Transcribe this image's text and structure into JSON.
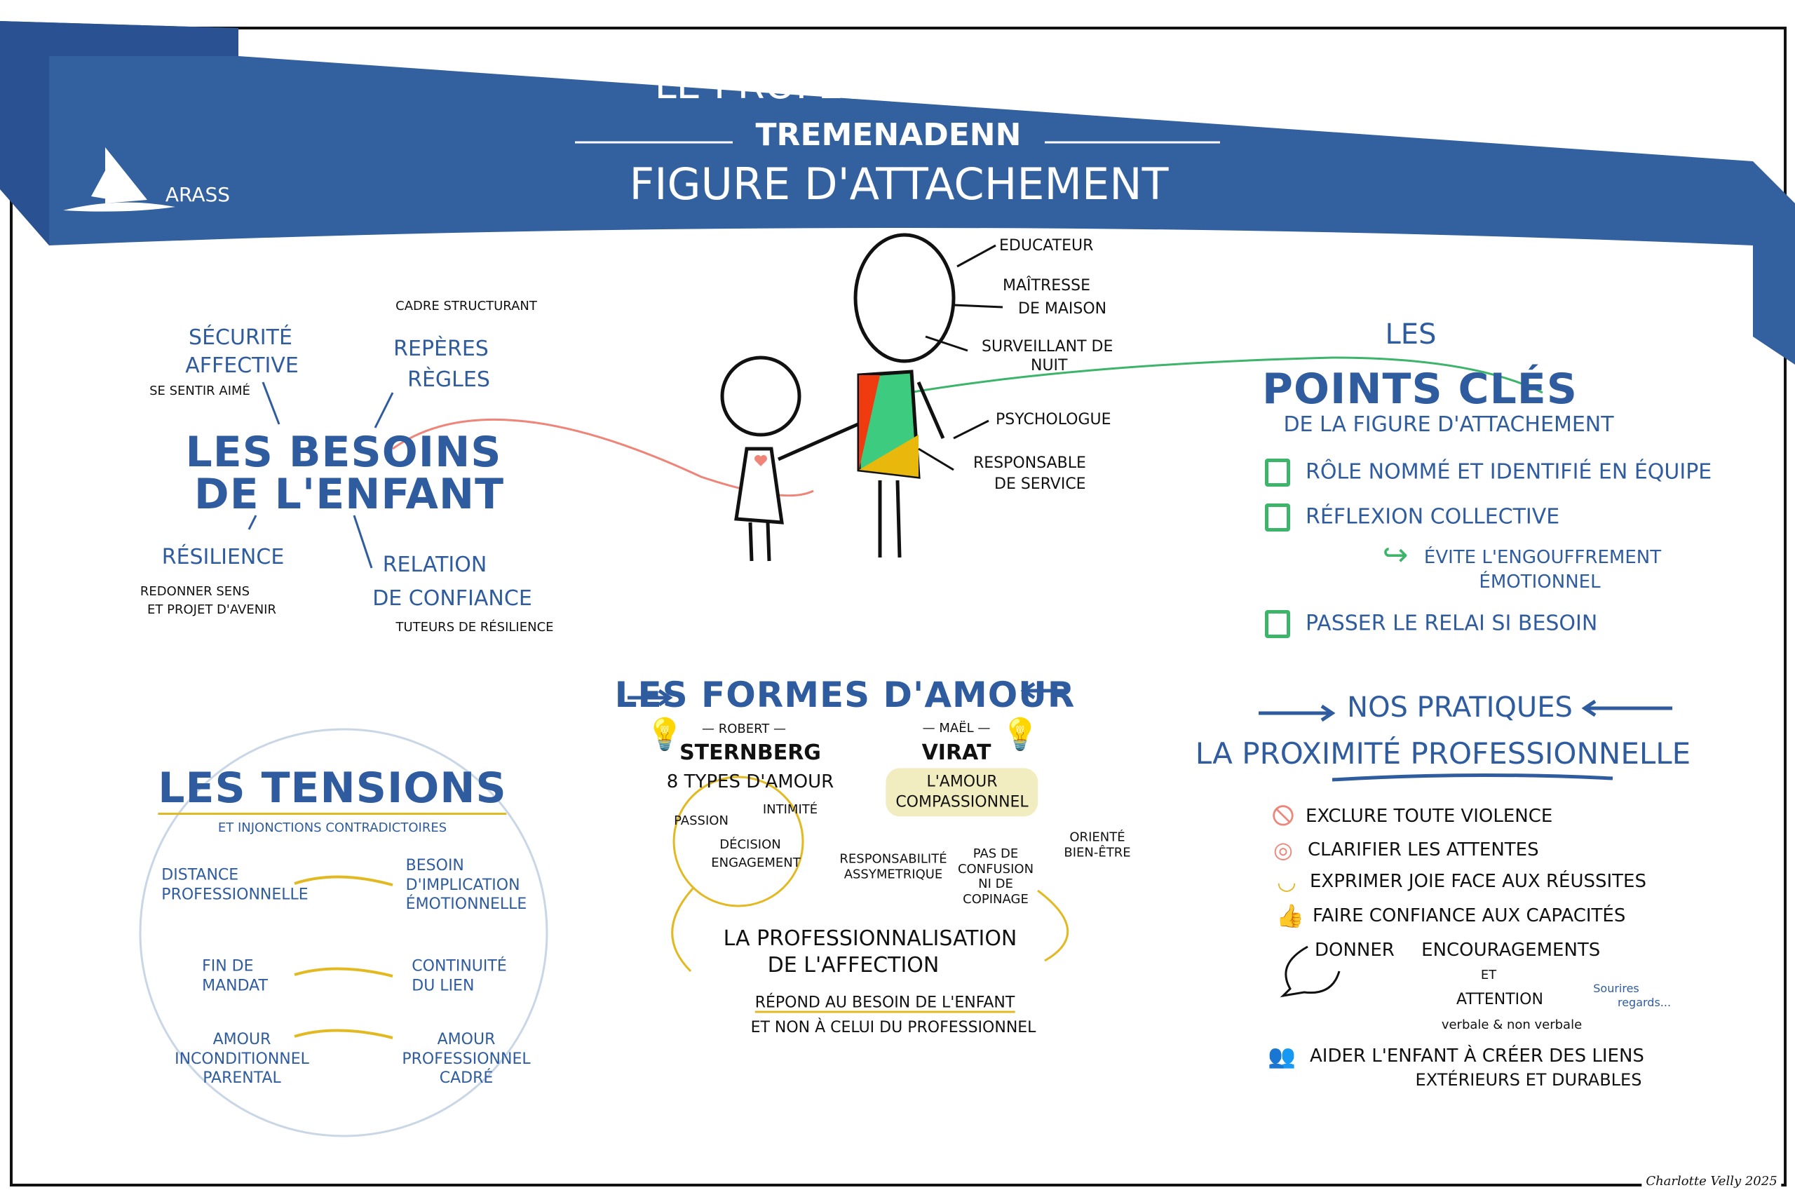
{
  "banner": {
    "line1": "Le professionnel de",
    "line2": "Tremenadenn",
    "line3": "Figure d'attachement",
    "logo_text": "ARASS"
  },
  "besoins": {
    "title1": "Les besoins",
    "title2": "de l'enfant",
    "securite1": "Sécurité",
    "securite2": "affective",
    "securite_note": "Se sentir aimé",
    "reperes1": "Repères",
    "reperes2": "Règles",
    "reperes_note": "Cadre structurant",
    "resilience": "Résilience",
    "resilience_note1": "Redonner sens",
    "resilience_note2": "et projet d'avenir",
    "relation1": "Relation",
    "relation2": "de confiance",
    "relation_note": "Tuteurs de résilience"
  },
  "roles": [
    "Educateur",
    "Maîtresse",
    "de maison",
    "Surveillant de",
    "nuit",
    "Psychologue",
    "Responsable",
    "de service"
  ],
  "points_cles": {
    "les": "Les",
    "title": "Points clés",
    "subtitle": "de la figure d'attachement",
    "items": [
      "Rôle nommé et identifié en équipe",
      "Réflexion collective",
      "Passer le relai si besoin"
    ],
    "note1": "Évite l'engouffrement",
    "note2": "émotionnel"
  },
  "formes": {
    "title": "Les formes d'amour",
    "author1_first": "— Robert —",
    "author1_last": "Sternberg",
    "author1_sub": "8 types d'amour",
    "components": [
      "Passion",
      "Intimité",
      "Décision",
      "Engagement"
    ],
    "author2_first": "— Maël —",
    "author2_last": "Virat",
    "compassion1": "L'amour",
    "compassion2": "compassionnel",
    "c_sub1": [
      "Responsabilité",
      "assymetrique"
    ],
    "c_sub2": [
      "Pas de",
      "confusion",
      "ni de",
      "copinage"
    ],
    "c_sub3": [
      "Orienté",
      "bien-être"
    ],
    "pro1": "La professionnalisation",
    "pro2": "de l'affection",
    "pro_note1": "Répond au besoin de l'enfant",
    "pro_note2": "et non à celui du professionnel"
  },
  "tensions": {
    "title": "Les tensions",
    "subtitle": "et injonctions contradictoires",
    "pairs": [
      {
        "left": [
          "Distance",
          "professionnelle"
        ],
        "right": [
          "Besoin",
          "d'implication",
          "émotionnelle"
        ]
      },
      {
        "left": [
          "Fin de",
          "mandat"
        ],
        "right": [
          "Continuité",
          "du lien"
        ]
      },
      {
        "left": [
          "Amour",
          "inconditionnel",
          "parental"
        ],
        "right": [
          "Amour",
          "professionnel",
          "cadré"
        ]
      }
    ]
  },
  "pratiques": {
    "title": "Nos pratiques",
    "subtitle": "La proximité professionnelle",
    "items": [
      "Exclure toute violence",
      "Clarifier les attentes",
      "Exprimer joie face aux réussites",
      "Faire confiance aux capacités",
      "Donner encouragements"
    ],
    "et": "et",
    "attention": "Attention",
    "verbale": "verbale & non verbale",
    "sourires": "Sourires",
    "regards": "regards...",
    "aider1": "Aider l'enfant à créer des liens",
    "aider2": "extérieurs et durables"
  },
  "signature": "Charlotte Velly 2025",
  "colors": {
    "blue": "#2f5c9e",
    "green": "#3cb56b",
    "yellow": "#e3b921",
    "red": "#ef8479"
  }
}
